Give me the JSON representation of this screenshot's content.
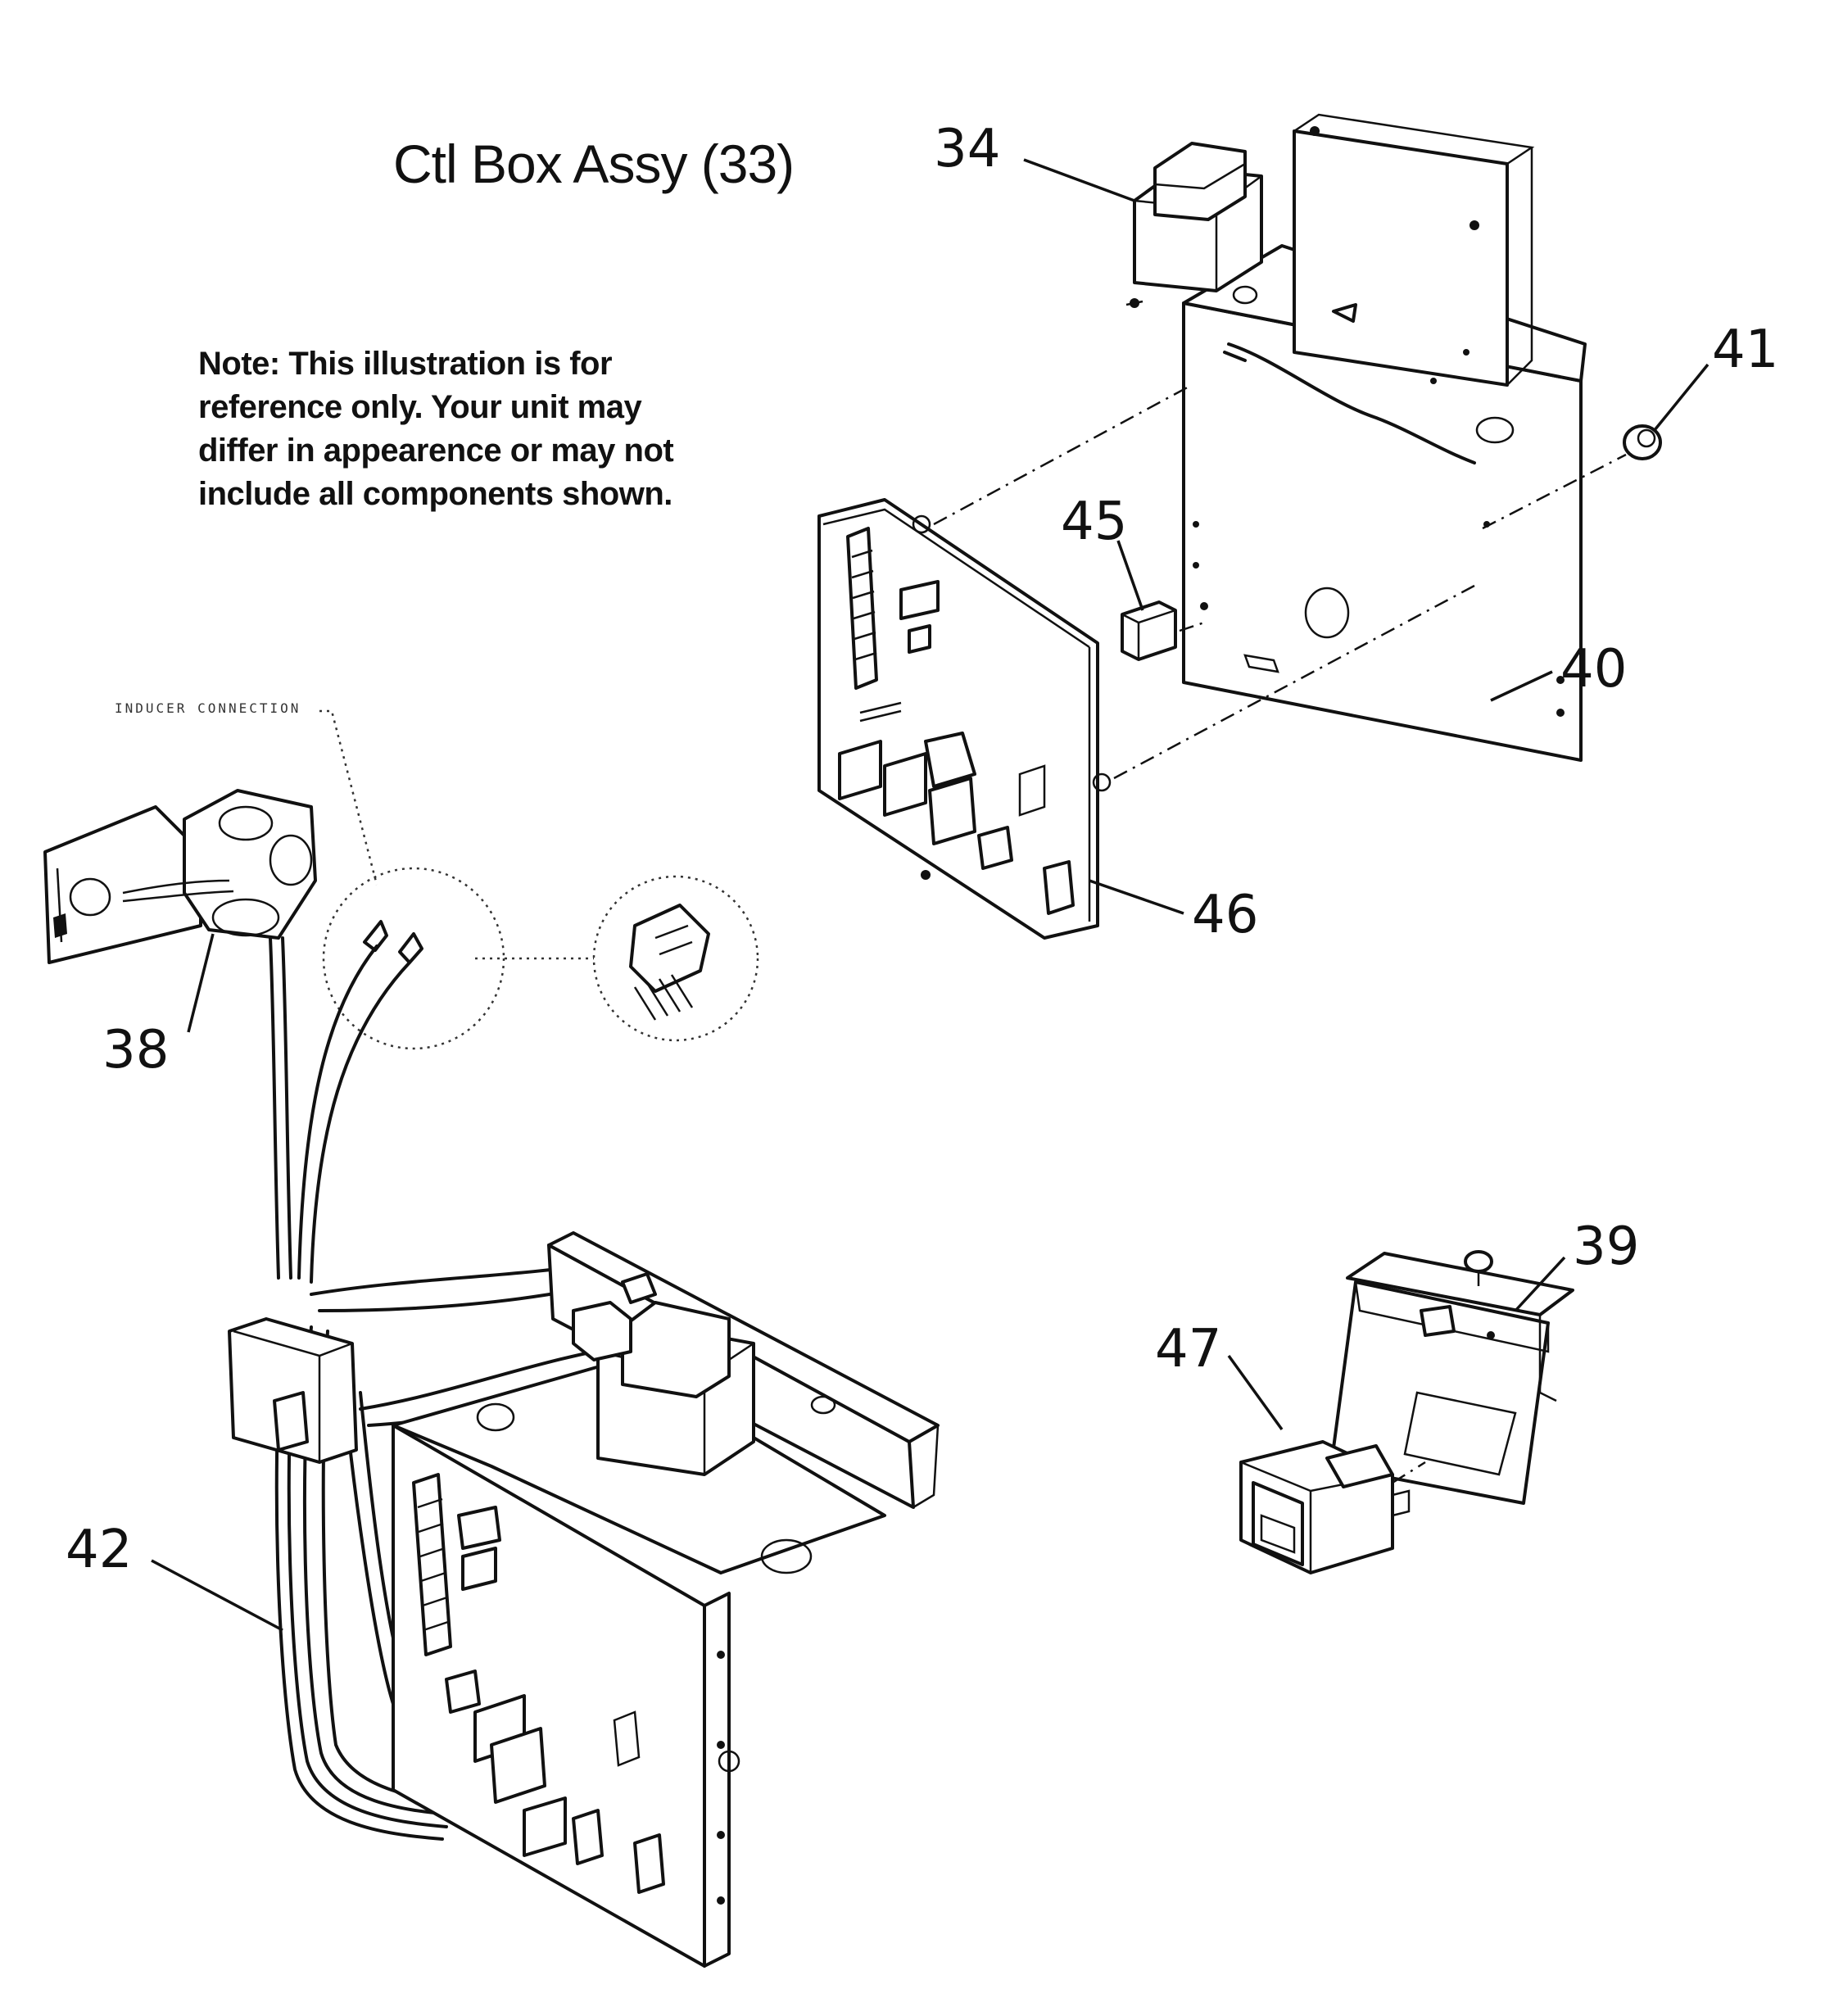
{
  "title": "Ctl Box Assy (33)",
  "note": {
    "lines": [
      "Note: This illustration is for",
      "reference only. Your unit may",
      "differ in appearence or may not",
      "include all components shown."
    ]
  },
  "inducer_label": "INDUCER CONNECTION",
  "callouts": {
    "c34": "34",
    "c41": "41",
    "c45": "45",
    "c40": "40",
    "c46": "46",
    "c38": "38",
    "c39": "39",
    "c47": "47",
    "c42": "42"
  }
}
